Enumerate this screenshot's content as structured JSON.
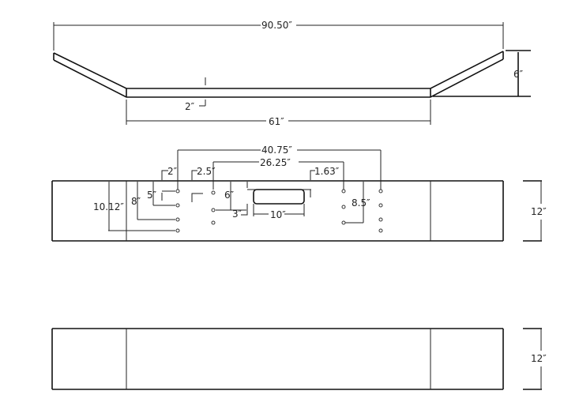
{
  "top_view": {
    "overall_width": "90.50″",
    "center_width": "61″",
    "height": "6″",
    "thickness": "2″"
  },
  "front_view": {
    "hole_span_outer": "40.75″",
    "hole_span_inner": "26.25″",
    "offset_left_outer": "2″",
    "offset_left_inner": "2.5″",
    "offset_right": "1.63″",
    "height_10_12": "10.12″",
    "height_8": "8″",
    "height_5": "5″",
    "height_6": "6″",
    "slot_offset": "3″",
    "slot_width": "10″",
    "height_8_5": "8.5″",
    "plate_height": "12″"
  },
  "back_view": {
    "plate_height": "12″"
  }
}
